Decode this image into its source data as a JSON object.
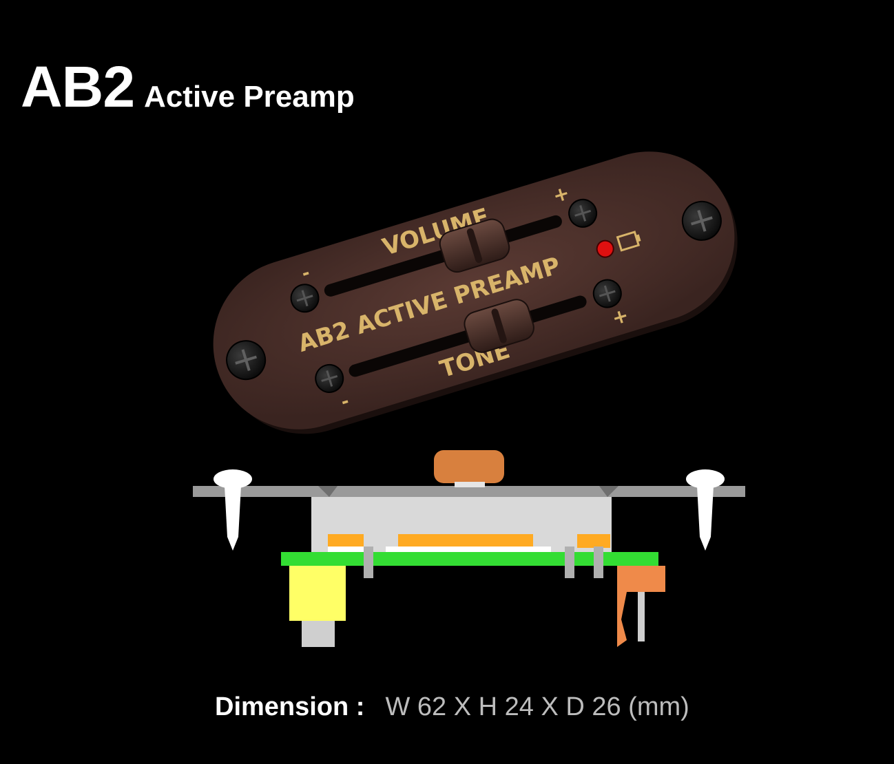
{
  "header": {
    "model": "AB2",
    "subtitle": "Active Preamp"
  },
  "panel": {
    "volume_label": "VOLUME",
    "tone_label": "TONE",
    "brand_text": "AB2 ACTIVE PREAMP",
    "minus_sign": "-",
    "plus_sign": "+"
  },
  "specs": {
    "dimension_label": "Dimension :",
    "dimension_value": "W 62 X H 24 X D 26 (mm)"
  },
  "colors": {
    "background": "#000000",
    "panel": "#4a2f2a",
    "print_gold": "#d8b46a",
    "led": "#e01010",
    "pcb": "#33dd33",
    "slider_gray": "#d9d9d9",
    "knob_orange": "#d8803e",
    "jack_yellow": "#ffff66"
  }
}
